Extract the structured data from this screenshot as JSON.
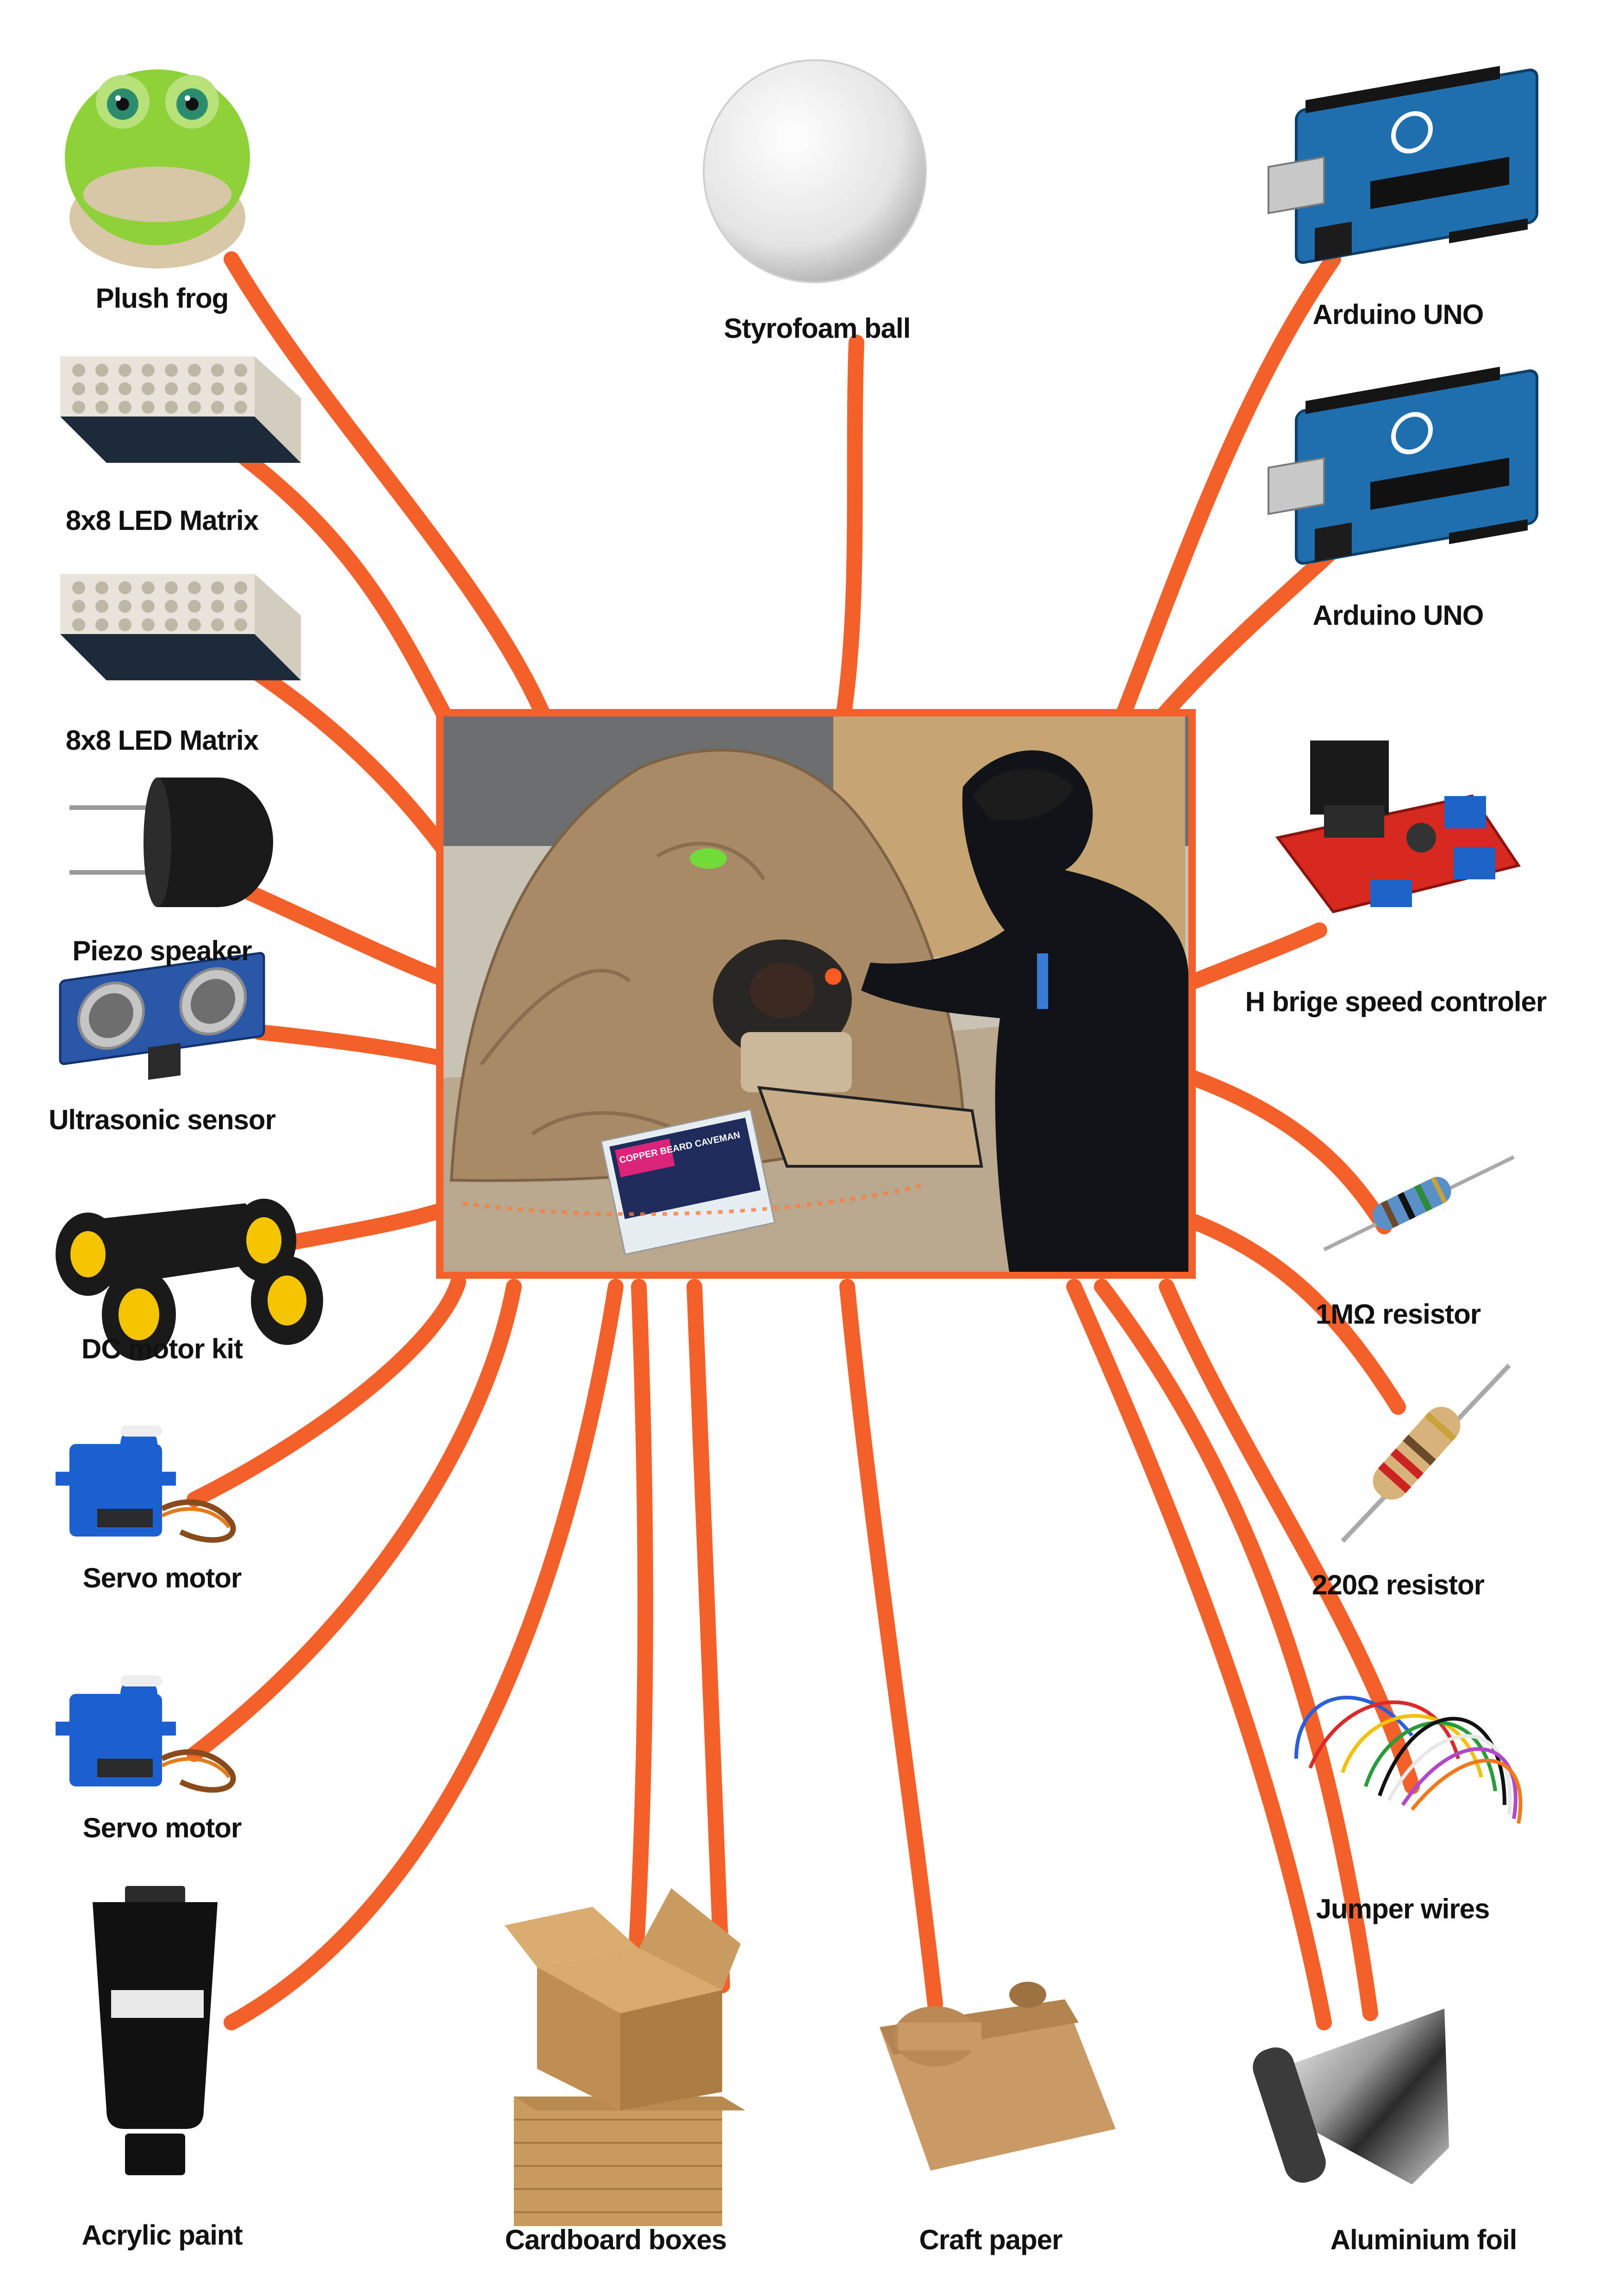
{
  "colors": {
    "wire": "#f4602a",
    "frame": "#f4602a",
    "label": "#111111",
    "background": "#ffffff"
  },
  "components": {
    "plush_frog": "Plush frog",
    "styrofoam_ball": "Styrofoam ball",
    "arduino_uno_1": "Arduino UNO",
    "arduino_uno_2": "Arduino UNO",
    "led_matrix_1": "8x8 LED Matrix",
    "led_matrix_2": "8x8 LED Matrix",
    "piezo_speaker": "Piezo speaker",
    "ultrasonic_sensor": "Ultrasonic sensor",
    "h_bridge": "H brige speed controler",
    "dc_motor_kit": "DC motor kit",
    "resistor_1m": "1MΩ resistor",
    "resistor_220": "220Ω resistor",
    "servo_motor_1": "Servo motor",
    "servo_motor_2": "Servo motor",
    "jumper_wires": "Jumper wires",
    "acrylic_paint": "Acrylic paint",
    "cardboard_boxes": "Cardboard boxes",
    "craft_paper": "Craft paper",
    "aluminium_foil": "Aluminium foil"
  },
  "central_photo": {
    "poster_text": "COPPER BEARD CAVEMAN"
  }
}
